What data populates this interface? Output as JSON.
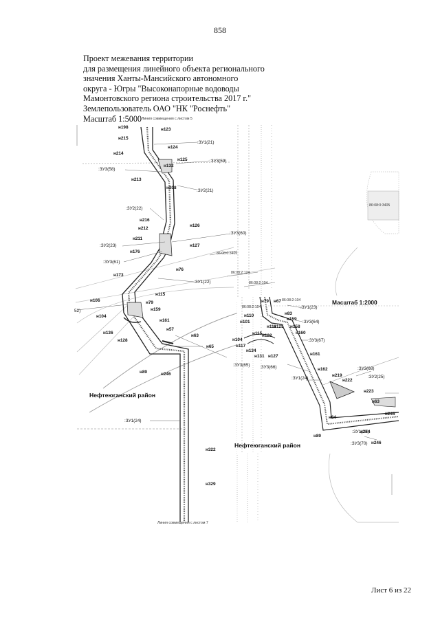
{
  "page_number": "858",
  "title_lines": [
    "Проект межевания территории",
    "для размещения линейного объекта регионального",
    "значения Ханты-Мансийского автономного",
    "округа - Югры \"Высоконапорные водоводы",
    "Мамонтовского региона строительства 2017 г.\"",
    "Землепользователь ОАО \"НК \"Роснефть\"",
    "Масштаб 1:5000"
  ],
  "map_main": {
    "line_top": "Линия совмещения с листом 5",
    "line_bottom": "Линия совмещения с листом 7",
    "region": "Нефтеюганский район",
    "points": [
      "н198",
      "н123",
      "н215",
      "н124",
      "н214",
      "н125",
      "н132",
      "н213",
      "н208",
      "н216",
      "н126",
      "н212",
      "н211",
      "н127",
      "н176",
      "н173",
      "н76",
      "н115",
      "н106",
      "н79",
      "н159",
      "н104",
      "н161",
      "н57",
      "н136",
      "н128",
      "н63",
      "н65",
      "н89",
      "н246",
      "н322",
      "н329"
    ],
    "parcels": [
      ":ЗУ1(21)",
      ":ЗУ3(59)",
      ":ЗУ3(58)",
      ":ЗУ2(21)",
      ":ЗУ2(22)",
      ":ЗУ3(60)",
      ":ЗУ2(23)",
      ":ЗУ3(61)",
      ":ЗУ1(22)",
      ":ЗУ1(24)"
    ],
    "cadastral": [
      "86:08:0:3405",
      "86:08:2:124",
      "86:08:2:104",
      "86:08:0:3405"
    ],
    "edge_fragment": "52)"
  },
  "map_inset": {
    "scale": "Масштаб 1:2000",
    "region": "Нефтеюганский район",
    "points": [
      "н79",
      "н67",
      "н110",
      "н83",
      "н101",
      "н159",
      "н111",
      "н125",
      "н158",
      "н160",
      "н122",
      "н104",
      "н115",
      "н117",
      "н134",
      "н131",
      "н127",
      "н161",
      "н162",
      "н219",
      "н222",
      "н223",
      "н63",
      "н84",
      "н89",
      "н245",
      "н244",
      "н246"
    ],
    "parcels": [
      ":ЗУ1(23)",
      ":ЗУ3(64)",
      ":ЗУ3(67)",
      ":ЗУ3(65)",
      ":ЗУ3(66)",
      ":ЗУ1(24)",
      ":ЗУ3(68)",
      ":ЗУ2(25)",
      ":ЗУ1(25)",
      ":ЗУ3(70)"
    ],
    "cadastral": [
      "86:08:2:104",
      "86:08:2:104"
    ]
  },
  "footer": "Лист 6 из 22"
}
